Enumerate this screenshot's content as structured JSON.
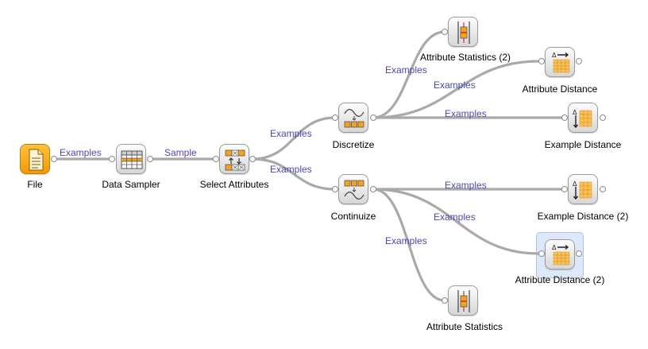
{
  "widgets": {
    "file": "File",
    "data_sampler": "Data Sampler",
    "select_attributes": "Select Attributes",
    "discretize": "Discretize",
    "continuize": "Continuize",
    "attribute_statistics_2": "Attribute Statistics (2)",
    "attribute_distance": "Attribute Distance",
    "example_distance": "Example Distance",
    "example_distance_2": "Example Distance (2)",
    "attribute_distance_2": "Attribute Distance (2)",
    "attribute_statistics": "Attribute Statistics"
  },
  "links": {
    "file_to_sampler": "Examples",
    "sampler_to_select": "Sample",
    "select_to_discretize": "Examples",
    "select_to_continuize": "Examples",
    "discretize_to_attr_stats_2": "Examples",
    "discretize_to_attr_distance": "Examples",
    "discretize_to_example_distance": "Examples",
    "continuize_to_example_distance_2": "Examples",
    "continuize_to_attr_distance_2": "Examples",
    "continuize_to_attr_stats": "Examples"
  },
  "selected_widget": "Attribute Distance (2)",
  "colors": {
    "link_line": "#a9a9a9",
    "link_label": "#4b48b0",
    "icon_orange": "#f7a21b",
    "selection_fill": "#dde9fa"
  },
  "icons": {
    "file": "file-document-icon",
    "data_sampler": "data-table-icon",
    "select_attributes": "select-attributes-icon",
    "discretize": "discretize-icon",
    "continuize": "continuize-icon",
    "attribute_statistics": "attribute-statistics-icon",
    "attribute_distance": "attribute-distance-icon",
    "example_distance": "example-distance-icon"
  }
}
